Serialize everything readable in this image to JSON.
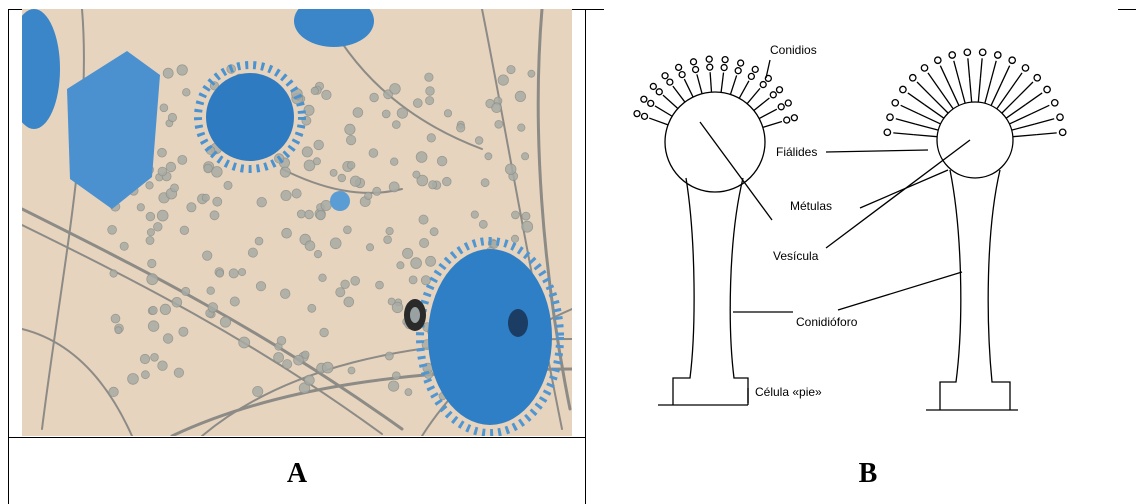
{
  "panels": [
    {
      "caption": "A"
    },
    {
      "caption": "B"
    }
  ],
  "diagram": {
    "labels": {
      "conidia": "Conidios",
      "phialides": "Fiálides",
      "metulae": "Métulas",
      "vesicle": "Vesícula",
      "conidiophore": "Conidióforo",
      "foot_cell": "Célula «pie»"
    }
  },
  "colors": {
    "micro_background": "#e8d7c4",
    "stain_blue": "#2f7fc6",
    "spore_gray": "#a9aba3",
    "hypha": "#8b8a85",
    "line": "#000000"
  }
}
